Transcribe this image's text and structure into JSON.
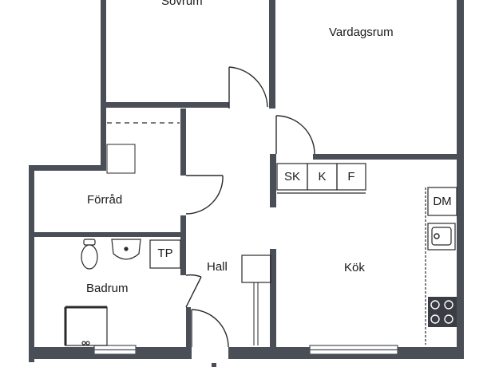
{
  "rooms": {
    "sovrum": "Sovrum",
    "vardagsrum": "Vardagsrum",
    "forrad": "Förråd",
    "badrum": "Badrum",
    "hall": "Hall",
    "kok": "Kök"
  },
  "fixtures": {
    "sk": "SK",
    "k": "K",
    "f": "F",
    "dm": "DM",
    "tp": "TP"
  },
  "colors": {
    "wall": "#4a4e57",
    "line": "#2a2a2a"
  }
}
